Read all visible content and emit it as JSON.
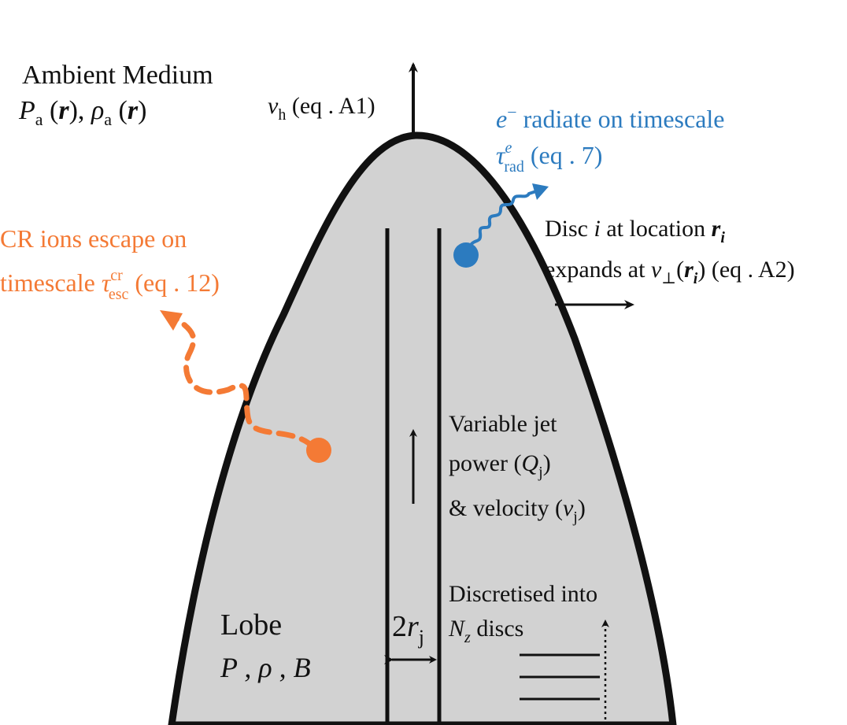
{
  "ambient": {
    "title": "Ambient Medium",
    "P": "P",
    "a1": "a",
    "r1": "r",
    "rho": "ρ",
    "a2": "a",
    "r2": "r"
  },
  "head": {
    "v": "v",
    "sub": "h",
    "rest": " (eq . A1)"
  },
  "electron": {
    "e": "e",
    "sup": "−",
    "line1": " radiate on timescale",
    "tau": "τ",
    "tau_sup": "e",
    "tau_sub": "rad",
    "line2": " (eq . 7)"
  },
  "cr": {
    "line1": "CR ions escape on",
    "pre": "timescale ",
    "tau": "τ",
    "tau_sup": "cr",
    "tau_sub": "esc",
    "post": " (eq . 12)"
  },
  "disc": {
    "l1_pre": "Disc ",
    "i": "i",
    "l1_mid": " at location ",
    "r": "r",
    "r_sub": "i",
    "l2_pre": "expands at ",
    "v": "v",
    "v_sub": "⊥",
    "paren_open": "(",
    "r2": "r",
    "r2_sub": "i",
    "l2_post": ") (eq . A2)"
  },
  "jet": {
    "l1": "Variable jet",
    "l2_pre": "power (",
    "Q": "Q",
    "Q_sub": "j",
    "l2_post": ")",
    "l3_pre": "& velocity (",
    "v": "v",
    "v_sub": "j",
    "l3_post": ")"
  },
  "discretised": {
    "l1": "Discretised into",
    "N": "N",
    "N_sub": "z",
    "l2_post": " discs"
  },
  "jet_width": {
    "two": "2",
    "r": "r",
    "sub": "j"
  },
  "lobe": {
    "title": "Lobe",
    "vars": "P , ρ , B"
  },
  "colors": {
    "lobe_fill": "#d2d2d2",
    "cr_orange": "#f47a35",
    "electron_blue": "#2c7bbf",
    "ink": "#111111"
  }
}
